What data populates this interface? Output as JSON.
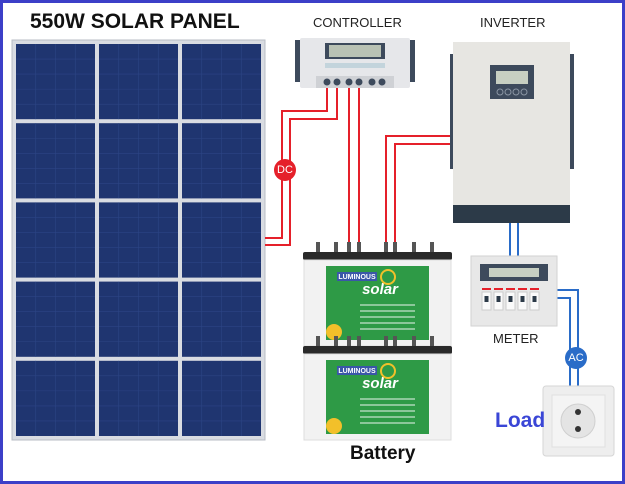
{
  "title": "550W SOLAR PANEL",
  "labels": {
    "controller": "CONTROLLER",
    "inverter": "INVERTER",
    "meter": "METER",
    "load": "Load",
    "battery": "Battery",
    "dc": "DC",
    "ac": "AC"
  },
  "battery_brand": "LUMINOUS solar",
  "colors": {
    "border": "#3c3fc8",
    "dc_wire": "#e5202a",
    "ac_wire": "#2a6cc8",
    "panel_cell": "#1f3570",
    "battery_label": "#2e9a46"
  }
}
